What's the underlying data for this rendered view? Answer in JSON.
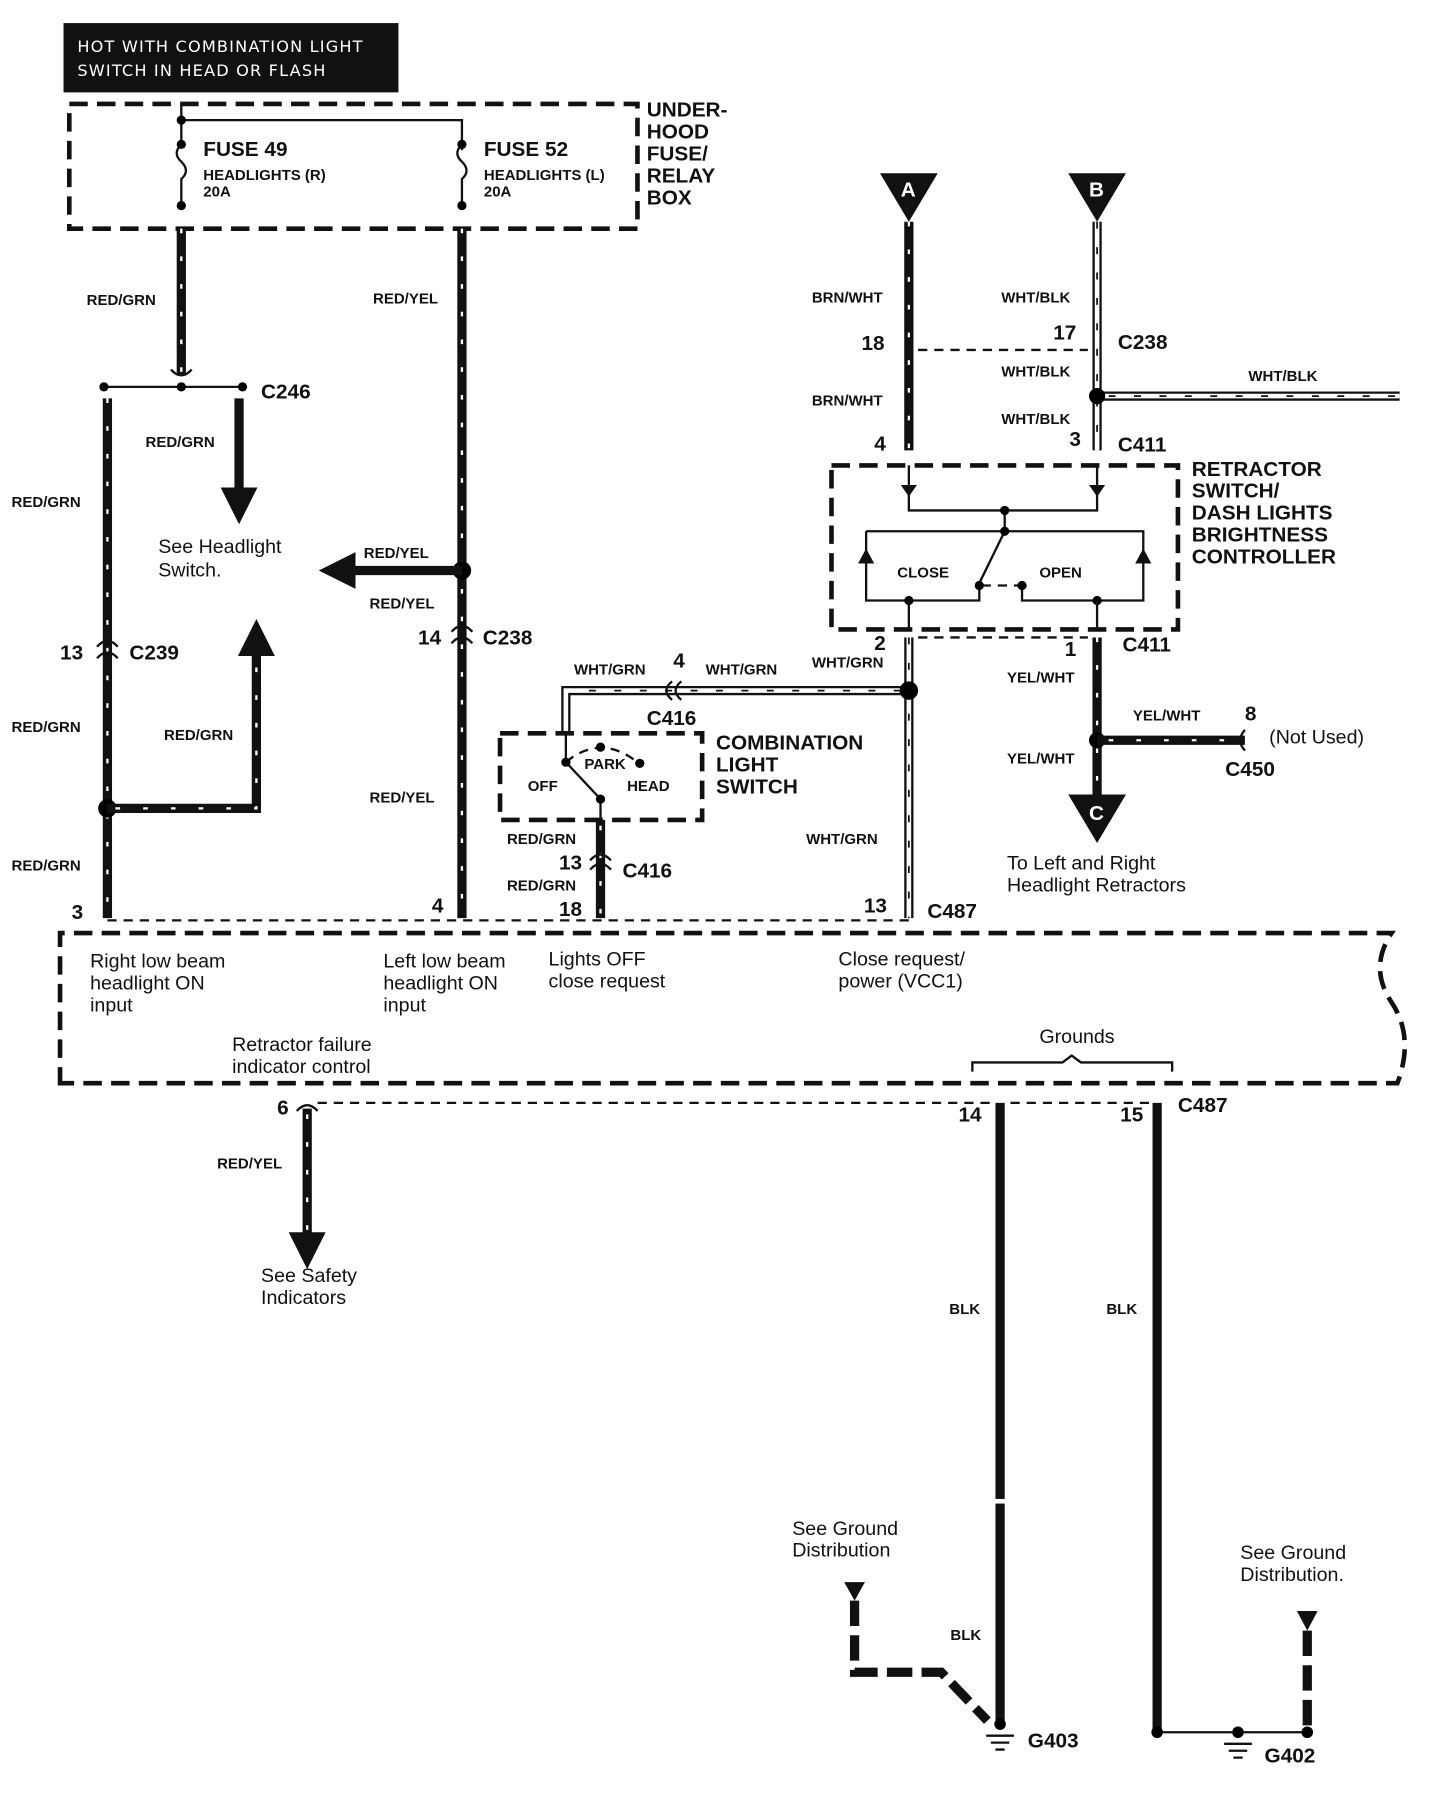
{
  "header": {
    "line1": "HOT WITH COMBINATION LIGHT",
    "line2": "SWITCH IN HEAD OR FLASH"
  },
  "fusebox": {
    "label": [
      "UNDER-",
      "HOOD",
      "FUSE/",
      "RELAY",
      "BOX"
    ],
    "fuse49": {
      "name": "FUSE 49",
      "desc": "HEADLIGHTS (R)",
      "rating": "20A"
    },
    "fuse52": {
      "name": "FUSE 52",
      "desc": "HEADLIGHTS (L)",
      "rating": "20A"
    }
  },
  "wires": {
    "red_grn": "RED/GRN",
    "red_yel": "RED/YEL",
    "brn_wht": "BRN/WHT",
    "wht_blk": "WHT/BLK",
    "wht_grn": "WHT/GRN",
    "yel_wht": "YEL/WHT",
    "blk": "BLK"
  },
  "connectors": {
    "c246": "C246",
    "c239": "C239",
    "c238": "C238",
    "c411": "C411",
    "c416": "C416",
    "c487": "C487",
    "c450": "C450"
  },
  "pins": {
    "p13": "13",
    "p14": "14",
    "p18": "18",
    "p17": "17",
    "p4": "4",
    "p3": "3",
    "p2": "2",
    "p1": "1",
    "p8": "8",
    "p6": "6",
    "p15": "15"
  },
  "notes": {
    "see_headlight": [
      "See Headlight",
      "Switch."
    ],
    "see_safety": [
      "See Safety",
      "Indicators"
    ],
    "see_ground_1": [
      "See Ground",
      "Distribution"
    ],
    "see_ground_2": [
      "See Ground",
      "Distribution."
    ],
    "not_used": "(Not Used)",
    "to_retractors": [
      "To Left and Right",
      "Headlight Retractors"
    ]
  },
  "terminals": {
    "a": "A",
    "b": "B",
    "c": "C"
  },
  "retractor": {
    "label": [
      "RETRACTOR",
      "SWITCH/",
      "DASH LIGHTS",
      "BRIGHTNESS",
      "CONTROLLER"
    ],
    "close": "CLOSE",
    "open": "OPEN"
  },
  "combo_switch": {
    "label": [
      "COMBINATION",
      "LIGHT",
      "SWITCH"
    ],
    "park": "PARK",
    "off": "OFF",
    "head": "HEAD"
  },
  "module": {
    "right_low": [
      "Right low beam",
      "headlight ON",
      "input"
    ],
    "left_low": [
      "Left low beam",
      "headlight ON",
      "input"
    ],
    "lights_off": [
      "Lights OFF",
      "close request"
    ],
    "close_req": [
      "Close request/",
      "power (VCC1)"
    ],
    "retractor_fail": [
      "Retractor failure",
      "indicator control"
    ],
    "grounds": "Grounds"
  },
  "grounds": {
    "g403": "G403",
    "g402": "G402"
  }
}
